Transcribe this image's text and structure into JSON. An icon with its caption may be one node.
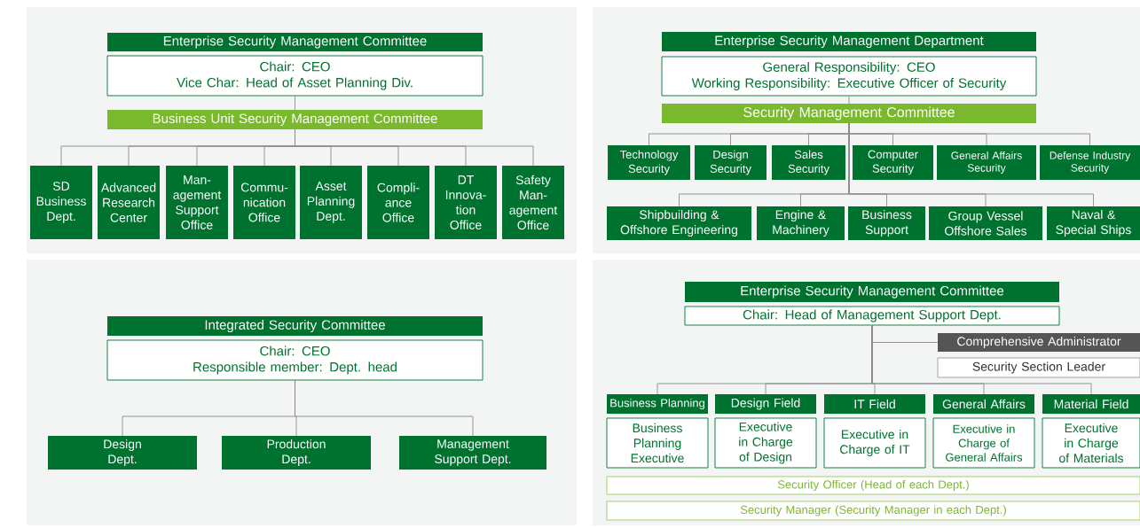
{
  "diagram": {
    "nodes": [
      {
        "text": [
          "Enterprise Security Management Committee"
        ]
      },
      {
        "text": [
          "Chair: CEO",
          "Vice Char: Head of Asset Planning Div."
        ]
      },
      {
        "text": [
          "Business Unit Security Management Committee"
        ]
      },
      {
        "text": [
          "SD Business Dept."
        ]
      },
      {
        "text": [
          "Advanced Research Center"
        ]
      },
      {
        "text": [
          "Man- agement Support Office"
        ]
      },
      {
        "text": [
          "Commu- nication Office"
        ]
      },
      {
        "text": [
          "Asset Planning Dept."
        ]
      },
      {
        "text": [
          "Compli- ance Office"
        ]
      },
      {
        "text": [
          "DT Innova- tion Office"
        ]
      },
      {
        "text": [
          "Safety Man- agement Office"
        ]
      },
      {
        "text": [
          "Enterprise Security Management Department"
        ]
      },
      {
        "text": [
          "General Responsibility: CEO",
          "Working Responsibility: Executive Officer of Security"
        ]
      },
      {
        "text": [
          "Security Management Committee"
        ]
      },
      {
        "text": [
          "Technology Security"
        ]
      },
      {
        "text": [
          "Design Security"
        ]
      },
      {
        "text": [
          "Sales Security"
        ]
      },
      {
        "text": [
          "Computer Security"
        ]
      },
      {
        "text": [
          "General Affairs Security"
        ]
      },
      {
        "text": [
          "Defense Industry Security"
        ]
      },
      {
        "text": [
          "Shipbuilding & Offshore Engineering"
        ]
      },
      {
        "text": [
          "Engine & Machinery"
        ]
      },
      {
        "text": [
          "Business Support"
        ]
      },
      {
        "text": [
          "Group Vessel Offshore Sales"
        ]
      },
      {
        "text": [
          "Naval & Special Ships"
        ]
      },
      {
        "text": [
          "Integrated Security Committee"
        ]
      },
      {
        "text": [
          "Chair: CEO",
          "Responsible member: Dept. head"
        ]
      },
      {
        "text": [
          "Design Dept."
        ]
      },
      {
        "text": [
          "Production Dept."
        ]
      },
      {
        "text": [
          "Management Support Dept."
        ]
      },
      {
        "text": [
          "Enterprise Security Management Committee"
        ]
      },
      {
        "text": [
          "Chair: Head of Management Support Dept."
        ]
      },
      {
        "text": [
          "Comprehensive Administrator"
        ]
      },
      {
        "text": [
          "Security Section Leader"
        ]
      },
      {
        "text": [
          "Business Planning"
        ]
      },
      {
        "text": [
          "Design Field"
        ]
      },
      {
        "text": [
          "IT Field"
        ]
      },
      {
        "text": [
          "General Affairs"
        ]
      },
      {
        "text": [
          "Material Field"
        ]
      },
      {
        "text": [
          "Business Planning Executive"
        ]
      },
      {
        "text": [
          "Executive in Charge of Design"
        ]
      },
      {
        "text": [
          "Executive in Charge of IT"
        ]
      },
      {
        "text": [
          "Executive in Charge of General Affairs"
        ]
      },
      {
        "text": [
          "Executive in Charge of Materials"
        ]
      },
      {
        "text": [
          "Security Officer (Head of each Dept.)"
        ]
      },
      {
        "text": [
          "Security Manager (Security Manager in each Dept.)"
        ]
      }
    ],
    "edges": [
      {
        "from": 1,
        "to": 2,
        "arrow": "none"
      },
      {
        "from": 2,
        "to": 3,
        "arrow": "none"
      },
      {
        "from": 2,
        "to": 4,
        "arrow": "none"
      },
      {
        "from": 2,
        "to": 5,
        "arrow": "none"
      },
      {
        "from": 2,
        "to": 6,
        "arrow": "none"
      },
      {
        "from": 2,
        "to": 7,
        "arrow": "none"
      },
      {
        "from": 2,
        "to": 8,
        "arrow": "none"
      },
      {
        "from": 2,
        "to": 9,
        "arrow": "none"
      },
      {
        "from": 2,
        "to": 10,
        "arrow": "none"
      },
      {
        "from": 12,
        "to": 13,
        "arrow": "none"
      },
      {
        "from": 13,
        "to": 14,
        "arrow": "none"
      },
      {
        "from": 13,
        "to": 15,
        "arrow": "none"
      },
      {
        "from": 13,
        "to": 16,
        "arrow": "none"
      },
      {
        "from": 13,
        "to": 17,
        "arrow": "none"
      },
      {
        "from": 13,
        "to": 18,
        "arrow": "none"
      },
      {
        "from": 13,
        "to": 19,
        "arrow": "none"
      },
      {
        "from": 13,
        "to": 20,
        "arrow": "none"
      },
      {
        "from": 13,
        "to": 21,
        "arrow": "none"
      },
      {
        "from": 13,
        "to": 22,
        "arrow": "none"
      },
      {
        "from": 13,
        "to": 23,
        "arrow": "none"
      },
      {
        "from": 13,
        "to": 24,
        "arrow": "none"
      },
      {
        "from": 26,
        "to": 27,
        "arrow": "none"
      },
      {
        "from": 26,
        "to": 28,
        "arrow": "none"
      },
      {
        "from": 26,
        "to": 29,
        "arrow": "none"
      },
      {
        "from": 31,
        "to": 32,
        "arrow": "none"
      },
      {
        "from": 31,
        "to": 34,
        "arrow": "none"
      },
      {
        "from": 31,
        "to": 35,
        "arrow": "none"
      },
      {
        "from": 31,
        "to": 36,
        "arrow": "none"
      },
      {
        "from": 31,
        "to": 37,
        "arrow": "none"
      },
      {
        "from": 31,
        "to": 38,
        "arrow": "none"
      }
    ]
  }
}
